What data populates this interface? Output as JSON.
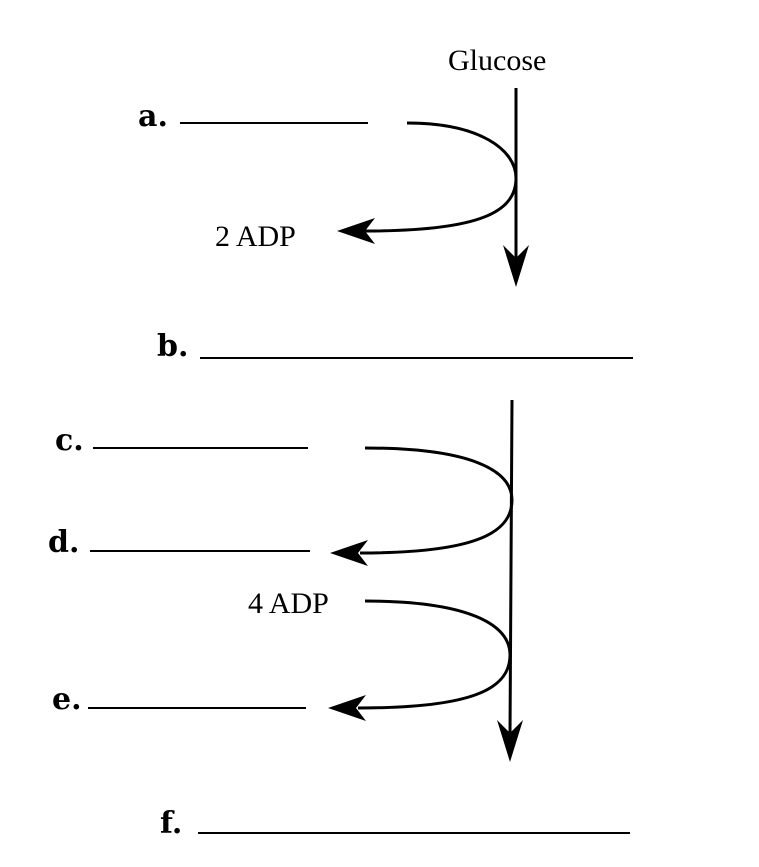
{
  "start": "Glucose",
  "blanks": [
    {
      "label": "a."
    },
    {
      "label": "b."
    },
    {
      "label": "c."
    },
    {
      "label": "d."
    },
    {
      "label": "e."
    },
    {
      "label": "f."
    }
  ],
  "inputs": [
    "2 ADP",
    "4 ADP"
  ]
}
